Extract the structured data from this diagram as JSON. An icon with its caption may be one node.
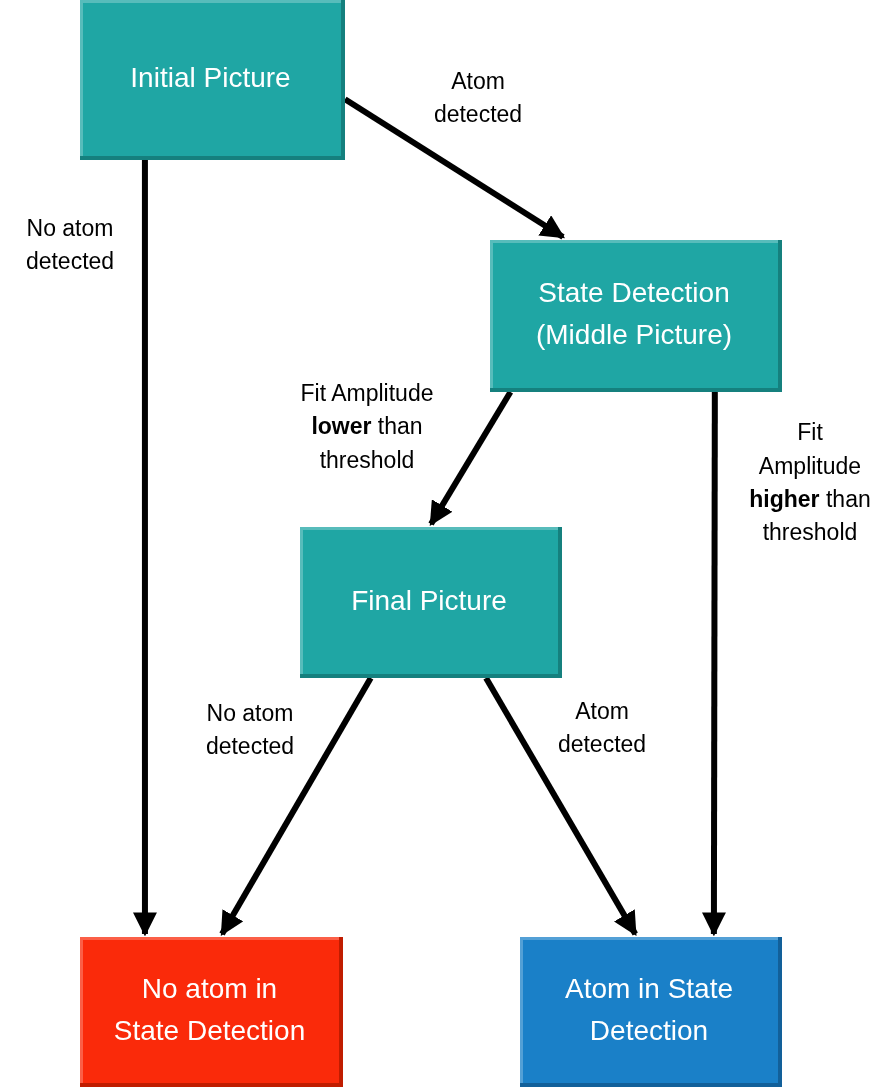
{
  "diagram": {
    "nodes": [
      {
        "text": [
          "Initial Picture"
        ]
      },
      {
        "text": [
          "State Detection (Middle Picture)"
        ]
      },
      {
        "text": [
          "Final Picture"
        ]
      },
      {
        "text": [
          "No atom in State Detection"
        ]
      },
      {
        "text": [
          "Atom in State Detection"
        ]
      }
    ],
    "edges": [
      {
        "from": 0,
        "to": 1,
        "arrow": "to",
        "label": "Atom detected"
      },
      {
        "from": 0,
        "to": 3,
        "arrow": "to",
        "label": "No atom detected"
      },
      {
        "from": 1,
        "to": 2,
        "arrow": "to",
        "label": "Fit Amplitude **lower** than threshold"
      },
      {
        "from": 1,
        "to": 4,
        "arrow": "to",
        "label": "Fit Amplitude **higher** than threshold"
      },
      {
        "from": 2,
        "to": 3,
        "arrow": "to",
        "label": "No atom detected"
      },
      {
        "from": 2,
        "to": 4,
        "arrow": "to",
        "label": "Atom detected"
      }
    ]
  }
}
